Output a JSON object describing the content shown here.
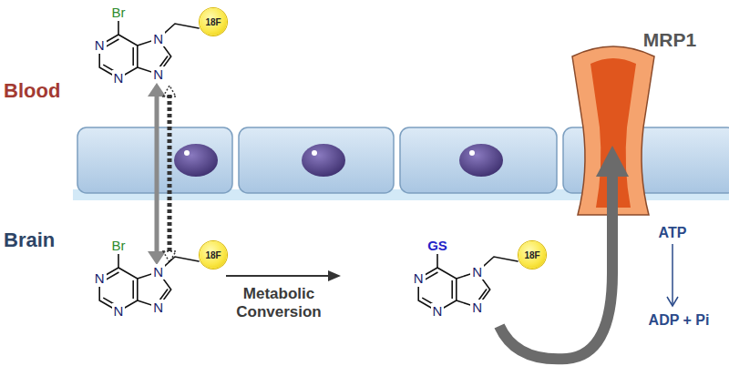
{
  "diagram": {
    "nodes": [
      {
        "text": [
          "18F"
        ]
      },
      {
        "text": [
          "18F"
        ]
      },
      {
        "text": [
          "18F"
        ]
      },
      {
        "text": [
          "MRP1"
        ]
      }
    ],
    "labels": [
      "Blood",
      "Brain",
      "Br",
      "N",
      "N",
      "N",
      "N",
      "Br",
      "N",
      "N",
      "N",
      "N",
      "GS",
      "N",
      "N",
      "N",
      "N",
      "Metabolic Conversion",
      "ATP",
      "ADP + Pi"
    ]
  }
}
